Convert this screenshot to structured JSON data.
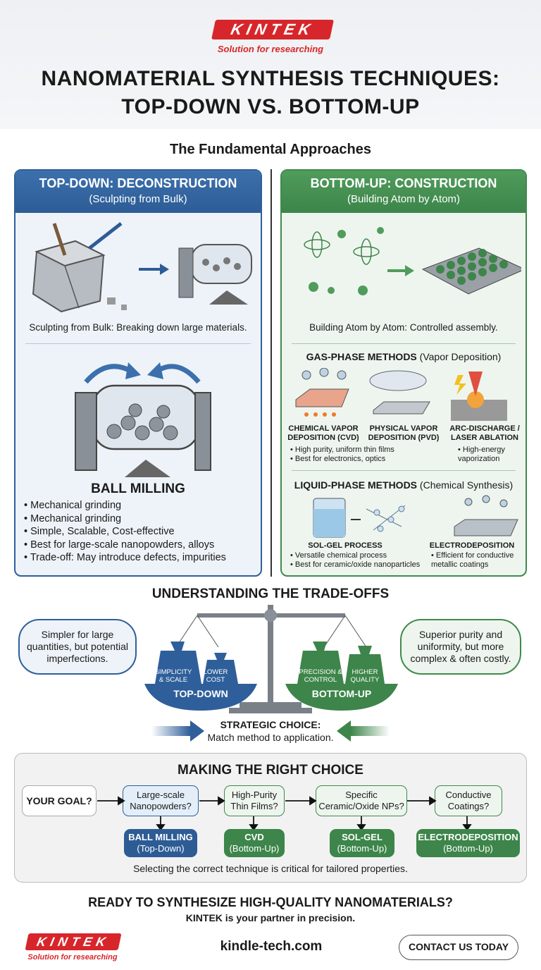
{
  "brand": {
    "name": "KINTEK",
    "tagline": "Solution for researching",
    "color": "#d7262b"
  },
  "title": {
    "line1": "NANOMATERIAL SYNTHESIS TECHNIQUES:",
    "line2": "TOP-DOWN VS. BOTTOM-UP"
  },
  "fundamental": "The Fundamental Approaches",
  "top_down": {
    "title": "TOP-DOWN: DECONSTRUCTION",
    "subtitle": "(Sculpting from Bulk)",
    "caption": "Sculpting from Bulk: Breaking down large materials.",
    "method": "BALL MILLING",
    "bullets": [
      "Mechanical grinding",
      "Mechanical grinding",
      "Simple, Scalable, Cost-effective",
      "Best for large-scale nanopowders, alloys",
      "Trade-off: May introduce defects, impurities"
    ],
    "color": "#2f5f9a"
  },
  "bottom_up": {
    "title": "BOTTOM-UP: CONSTRUCTION",
    "subtitle": "(Building Atom by Atom)",
    "caption": "Building Atom by Atom: Controlled assembly.",
    "color": "#3f8a4c",
    "gas": {
      "heading": "GAS-PHASE METHODS",
      "paren": "(Vapor Deposition)",
      "cvd": "CHEMICAL VAPOR DEPOSITION (CVD)",
      "pvd": "PHYSICAL VAPOR DEPOSITION (PVD)",
      "arc": "ARC-DISCHARGE / LASER ABLATION",
      "cvd_bullets": [
        "High purity, uniform thin films",
        "Best for electronics, optics"
      ],
      "arc_bullets": [
        "High-energy vaporization"
      ]
    },
    "liquid": {
      "heading": "LIQUID-PHASE METHODS",
      "paren": "(Chemical Synthesis)",
      "solgel": "SOL-GEL PROCESS",
      "electro": "ELECTRODEPOSITION",
      "solgel_bullets": [
        "Versatile chemical process",
        "Best for ceramic/oxide nanoparticles"
      ],
      "electro_bullets": [
        "Efficient for conductive metallic coatings"
      ]
    }
  },
  "tradeoffs": {
    "heading": "UNDERSTANDING THE TRADE-OFFS",
    "left_bubble": "Simpler for large quantities, but potential imperfections.",
    "right_bubble": "Superior purity and uniformity, but more complex & often costly.",
    "w1": "SIMPLICITY & SCALE",
    "w2": "LOWER COST",
    "w3": "PRECISION & CONTROL",
    "w4": "HIGHER QUALITY",
    "pan_left": "TOP-DOWN",
    "pan_right": "BOTTOM-UP",
    "strategic": "STRATEGIC CHOICE:",
    "strategic_sub": "Match method to application."
  },
  "choice": {
    "heading": "MAKING THE RIGHT CHOICE",
    "start": "YOUR GOAL?",
    "questions": [
      "Large-scale Nanopowders?",
      "High-Purity Thin Films?",
      "Specific Ceramic/Oxide NPs?",
      "Conductive Coatings?"
    ],
    "results": [
      {
        "name": "BALL MILLING",
        "type": "(Top-Down)"
      },
      {
        "name": "CVD",
        "type": "(Bottom-Up)"
      },
      {
        "name": "SOL-GEL",
        "type": "(Bottom-Up)"
      },
      {
        "name": "ELECTRODEPOSITION",
        "type": "(Bottom-Up)"
      }
    ],
    "footer": "Selecting the correct technique is critical for tailored properties."
  },
  "cta": {
    "heading": "READY TO SYNTHESIZE HIGH-QUALITY NANOMATERIALS?",
    "sub": "KINTEK is your partner in precision.",
    "website": "kindle-tech.com",
    "button": "CONTACT US TODAY"
  }
}
